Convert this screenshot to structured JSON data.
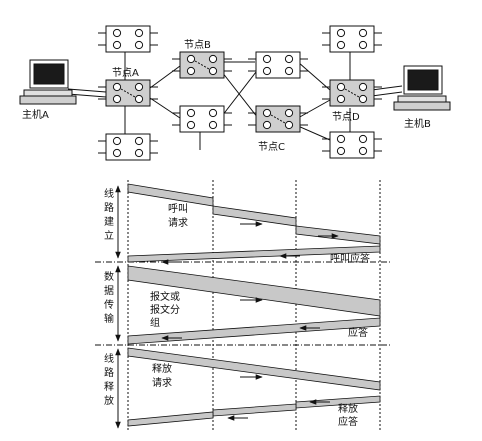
{
  "network": {
    "host_a": "主机A",
    "host_b": "主机B",
    "node_a": "节点A",
    "node_b": "节点B",
    "node_c": "节点C",
    "node_d": "节点D"
  },
  "timing": {
    "phase_setup": "线路建立",
    "phase_transfer": "数据传输",
    "phase_release": "线路释放",
    "call_request": "呼叫请求",
    "call_answer": "呼叫应答",
    "message_or_packet": "报文或报文分组",
    "ack": "应答",
    "release_request": "释放请求",
    "release_ack": "释放应答"
  },
  "colors": {
    "band_fill": "#c8c8c8",
    "node_fill": "#ececec",
    "node_active_fill": "#cfcfcf",
    "stroke": "#111111"
  }
}
